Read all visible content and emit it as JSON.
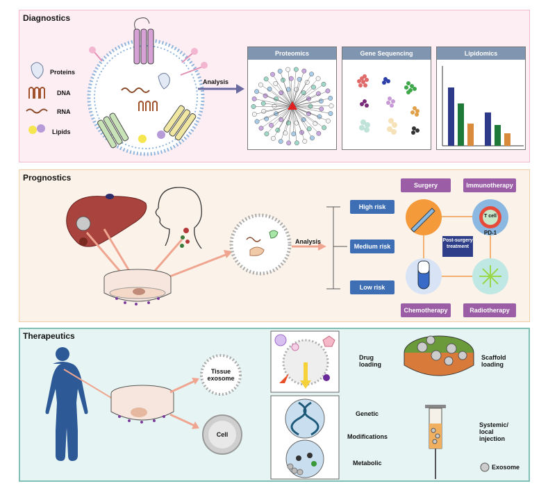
{
  "diagnostics": {
    "title": "Diagnostics",
    "legend": [
      "Proteins",
      "DNA",
      "RNA",
      "Lipids"
    ],
    "arrow_label": "Analysis",
    "panels": [
      "Proteomics",
      "Gene Sequencing",
      "Lipidomics"
    ]
  },
  "prognostics": {
    "title": "Prognostics",
    "arrow_label": "Analysis",
    "risks": [
      "High risk",
      "Medium risk",
      "Low risk"
    ],
    "treatments": {
      "surgery": "Surgery",
      "immunotherapy": "Immunotherapy",
      "chemotherapy": "Chemotherapy",
      "radiotherapy": "Radiotherapy"
    },
    "center_label": "Post-surgery treatment",
    "tcell": "T cell",
    "pd1": "PD-1"
  },
  "therapeutics": {
    "title": "Therapeutics",
    "tissue_exosome": "Tissue exosome",
    "cell": "Cell",
    "drug_loading": "Drug loading",
    "scaffold_loading": "Scaffold loading",
    "genetic": "Genetic",
    "modifications": "Modifications",
    "metabolic": "Metabolic",
    "injection": "Systemic/ local injection",
    "exosome_legend": "Exosome"
  },
  "colors": {
    "diag_bg": "#fdeef3",
    "diag_border": "#f2b9cc",
    "prog_bg": "#fbf3ea",
    "prog_border": "#f0cfa8",
    "ther_bg": "#e6f5f3",
    "ther_border": "#7fbfb6"
  }
}
